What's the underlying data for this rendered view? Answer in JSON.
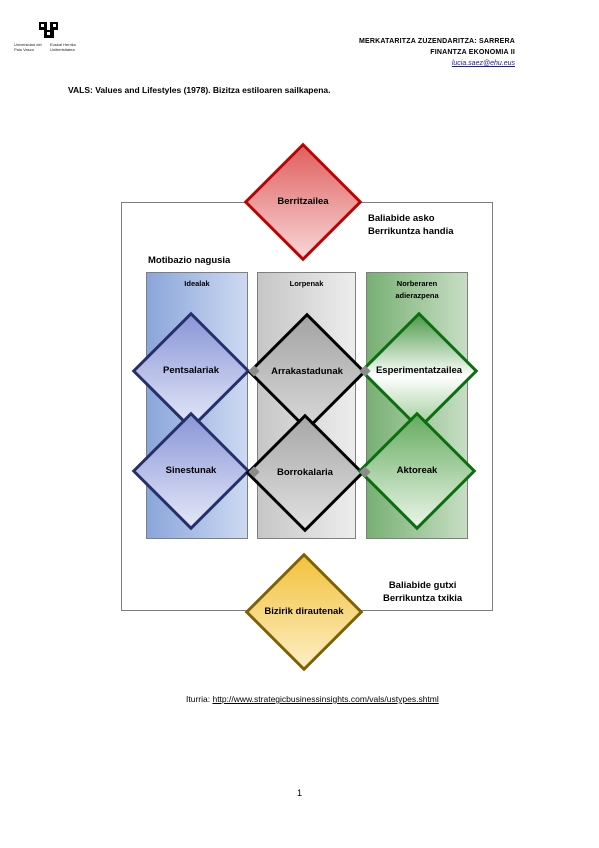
{
  "header": {
    "logo": {
      "text_left": "Universidad del País Vasco",
      "text_right": "Euskal Herriko Unibertsitatea"
    },
    "line1": "MERKATARITZA ZUZENDARITZA: SARRERA",
    "line2": "FINANTZA EKONOMIA II",
    "email": "lucia.saez@ehu.eus"
  },
  "title": "VALS: Values and Lifestyles (1978). Bizitza estiloaren sailkapena.",
  "diagram": {
    "top_right_label": [
      "Baliabide asko",
      "Berrikuntza handia"
    ],
    "bottom_right_label": [
      "Baliabide gutxi",
      "Berrikuntza txikia"
    ],
    "motivation_label": "Motibazio nagusia",
    "columns": {
      "ideals": "Idealak",
      "achievement": "Lorpenak",
      "self_expression": [
        "Norberaren",
        "adierazpena"
      ]
    },
    "diamonds": {
      "top": "Berritzailea",
      "thinkers": "Pentsalariak",
      "achievers": "Arrakastadunak",
      "experiencers": "Esperimentatzailea",
      "believers": "Sinestunak",
      "strivers": "Borrokalaria",
      "makers": "Aktoreak",
      "bottom": "Bizirik dirautenak"
    },
    "colors": {
      "red_border": "#c00000",
      "blue_border": "#25306a",
      "green_border": "#0b6e10",
      "gold_border": "#806000"
    }
  },
  "source": {
    "prefix": "Iturria:",
    "link": "http://www.strategicbusinessinsights.com/vals/ustypes.shtml"
  },
  "page_number": "1"
}
